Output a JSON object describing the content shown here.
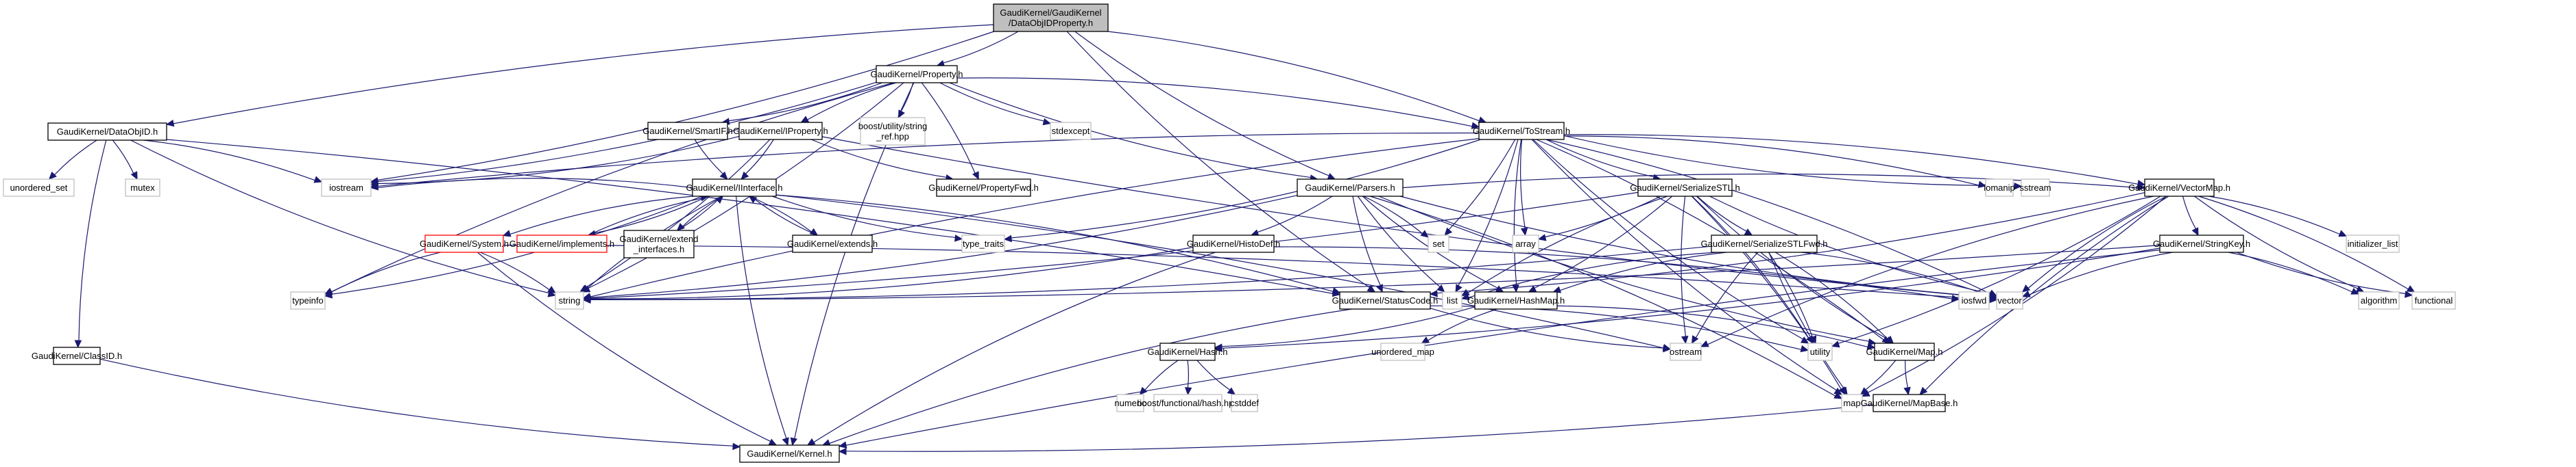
{
  "diagram": {
    "type": "include-dependency-graph",
    "root": "root",
    "colors": {
      "edge": "#191970",
      "root_fill": "#bfbfbf",
      "local_border": "#000000",
      "truncated_border": "#ff0000",
      "system_border": "#bfbfbf"
    },
    "nodes": [
      {
        "id": "root",
        "lines": [
          "GaudiKernel/GaudiKernel",
          "/DataObjIDProperty.h"
        ],
        "kind": "root"
      },
      {
        "id": "property",
        "lines": [
          "GaudiKernel/Property.h"
        ],
        "kind": "local"
      },
      {
        "id": "dataobjid",
        "lines": [
          "GaudiKernel/DataObjID.h"
        ],
        "kind": "local"
      },
      {
        "id": "smartif",
        "lines": [
          "GaudiKernel/SmartIF.h"
        ],
        "kind": "local"
      },
      {
        "id": "iproperty",
        "lines": [
          "GaudiKernel/IProperty.h"
        ],
        "kind": "local"
      },
      {
        "id": "boost_sref",
        "lines": [
          "boost/utility/string",
          "_ref.hpp"
        ],
        "kind": "system"
      },
      {
        "id": "stdexcept",
        "lines": [
          "stdexcept"
        ],
        "kind": "system"
      },
      {
        "id": "tostream",
        "lines": [
          "GaudiKernel/ToStream.h"
        ],
        "kind": "local"
      },
      {
        "id": "unordered_set",
        "lines": [
          "unordered_set"
        ],
        "kind": "system"
      },
      {
        "id": "mutex",
        "lines": [
          "mutex"
        ],
        "kind": "system"
      },
      {
        "id": "iostream",
        "lines": [
          "iostream"
        ],
        "kind": "system"
      },
      {
        "id": "propertyfwd",
        "lines": [
          "GaudiKernel/PropertyFwd.h"
        ],
        "kind": "local"
      },
      {
        "id": "parsers",
        "lines": [
          "GaudiKernel/Parsers.h"
        ],
        "kind": "local"
      },
      {
        "id": "iomanip",
        "lines": [
          "iomanip"
        ],
        "kind": "system"
      },
      {
        "id": "sstream",
        "lines": [
          "sstream"
        ],
        "kind": "system"
      },
      {
        "id": "vectormap",
        "lines": [
          "GaudiKernel/VectorMap.h"
        ],
        "kind": "local"
      },
      {
        "id": "iinterface",
        "lines": [
          "GaudiKernel/IInterface.h"
        ],
        "kind": "local"
      },
      {
        "id": "serializestl",
        "lines": [
          "GaudiKernel/SerializeSTL.h"
        ],
        "kind": "local"
      },
      {
        "id": "system",
        "lines": [
          "GaudiKernel/System.h"
        ],
        "kind": "red"
      },
      {
        "id": "implements",
        "lines": [
          "GaudiKernel/implements.h"
        ],
        "kind": "red"
      },
      {
        "id": "extend_if",
        "lines": [
          "GaudiKernel/extend",
          "_interfaces.h"
        ],
        "kind": "local"
      },
      {
        "id": "extends",
        "lines": [
          "GaudiKernel/extends.h"
        ],
        "kind": "local"
      },
      {
        "id": "type_traits",
        "lines": [
          "type_traits"
        ],
        "kind": "system"
      },
      {
        "id": "histodef",
        "lines": [
          "GaudiKernel/HistoDef.h"
        ],
        "kind": "local"
      },
      {
        "id": "set",
        "lines": [
          "set"
        ],
        "kind": "system"
      },
      {
        "id": "array",
        "lines": [
          "array"
        ],
        "kind": "system"
      },
      {
        "id": "serializestlfwd",
        "lines": [
          "GaudiKernel/SerializeSTLFwd.h"
        ],
        "kind": "local"
      },
      {
        "id": "stringkey",
        "lines": [
          "GaudiKernel/StringKey.h"
        ],
        "kind": "local"
      },
      {
        "id": "initializer_list",
        "lines": [
          "initializer_list"
        ],
        "kind": "system"
      },
      {
        "id": "typeinfo",
        "lines": [
          "typeinfo"
        ],
        "kind": "system"
      },
      {
        "id": "string",
        "lines": [
          "string"
        ],
        "kind": "system"
      },
      {
        "id": "statuscode",
        "lines": [
          "GaudiKernel/StatusCode.h"
        ],
        "kind": "local"
      },
      {
        "id": "list",
        "lines": [
          "list"
        ],
        "kind": "system"
      },
      {
        "id": "hashmap",
        "lines": [
          "GaudiKernel/HashMap.h"
        ],
        "kind": "local"
      },
      {
        "id": "iosfwd",
        "lines": [
          "iosfwd"
        ],
        "kind": "system"
      },
      {
        "id": "vector",
        "lines": [
          "vector"
        ],
        "kind": "system"
      },
      {
        "id": "algorithm",
        "lines": [
          "algorithm"
        ],
        "kind": "system"
      },
      {
        "id": "functional",
        "lines": [
          "functional"
        ],
        "kind": "system"
      },
      {
        "id": "classid",
        "lines": [
          "GaudiKernel/ClassID.h"
        ],
        "kind": "local"
      },
      {
        "id": "unordered_map",
        "lines": [
          "unordered_map"
        ],
        "kind": "system"
      },
      {
        "id": "ostream",
        "lines": [
          "ostream"
        ],
        "kind": "system"
      },
      {
        "id": "utility",
        "lines": [
          "utility"
        ],
        "kind": "system"
      },
      {
        "id": "map_h",
        "lines": [
          "GaudiKernel/Map.h"
        ],
        "kind": "local"
      },
      {
        "id": "hash",
        "lines": [
          "GaudiKernel/Hash.h"
        ],
        "kind": "local"
      },
      {
        "id": "map",
        "lines": [
          "map"
        ],
        "kind": "system"
      },
      {
        "id": "mapbase",
        "lines": [
          "GaudiKernel/MapBase.h"
        ],
        "kind": "local"
      },
      {
        "id": "numeric",
        "lines": [
          "numeric"
        ],
        "kind": "system"
      },
      {
        "id": "boost_hash",
        "lines": [
          "boost/functional/hash.hpp"
        ],
        "kind": "system"
      },
      {
        "id": "cstddef",
        "lines": [
          "cstddef"
        ],
        "kind": "system"
      },
      {
        "id": "kernel",
        "lines": [
          "GaudiKernel/Kernel.h"
        ],
        "kind": "local"
      }
    ],
    "edges": [
      [
        "root",
        "property"
      ],
      [
        "root",
        "dataobjid"
      ],
      [
        "root",
        "iostream"
      ],
      [
        "root",
        "parsers"
      ],
      [
        "root",
        "tostream"
      ],
      [
        "root",
        "statuscode"
      ],
      [
        "property",
        "smartif"
      ],
      [
        "property",
        "iproperty"
      ],
      [
        "property",
        "boost_sref"
      ],
      [
        "property",
        "stdexcept"
      ],
      [
        "property",
        "propertyfwd"
      ],
      [
        "property",
        "parsers"
      ],
      [
        "property",
        "tostream"
      ],
      [
        "property",
        "kernel"
      ],
      [
        "property",
        "string"
      ],
      [
        "property",
        "typeinfo"
      ],
      [
        "property",
        "iostream"
      ],
      [
        "dataobjid",
        "unordered_set"
      ],
      [
        "dataobjid",
        "mutex"
      ],
      [
        "dataobjid",
        "classid"
      ],
      [
        "dataobjid",
        "iostream"
      ],
      [
        "dataobjid",
        "string"
      ],
      [
        "dataobjid",
        "statuscode"
      ],
      [
        "smartif",
        "iinterface"
      ],
      [
        "iproperty",
        "iinterface"
      ],
      [
        "iproperty",
        "propertyfwd"
      ],
      [
        "iproperty",
        "string"
      ],
      [
        "iproperty",
        "vector"
      ],
      [
        "iproperty",
        "iostream"
      ],
      [
        "iinterface",
        "system"
      ],
      [
        "iinterface",
        "implements"
      ],
      [
        "iinterface",
        "extend_if"
      ],
      [
        "iinterface",
        "extends"
      ],
      [
        "iinterface",
        "type_traits"
      ],
      [
        "iinterface",
        "statuscode"
      ],
      [
        "iinterface",
        "kernel"
      ],
      [
        "iinterface",
        "typeinfo"
      ],
      [
        "iinterface",
        "string"
      ],
      [
        "iinterface",
        "ostream"
      ],
      [
        "iinterface",
        "iostream"
      ],
      [
        "implements",
        "iinterface"
      ],
      [
        "extend_if",
        "iinterface"
      ],
      [
        "extends",
        "iinterface"
      ],
      [
        "system",
        "typeinfo"
      ],
      [
        "system",
        "string"
      ],
      [
        "system",
        "kernel"
      ],
      [
        "system",
        "vector"
      ],
      [
        "tostream",
        "iostream"
      ],
      [
        "tostream",
        "iomanip"
      ],
      [
        "tostream",
        "sstream"
      ],
      [
        "tostream",
        "vectormap"
      ],
      [
        "tostream",
        "serializestl"
      ],
      [
        "tostream",
        "set"
      ],
      [
        "tostream",
        "array"
      ],
      [
        "tostream",
        "list"
      ],
      [
        "tostream",
        "hashmap"
      ],
      [
        "tostream",
        "map_h"
      ],
      [
        "tostream",
        "map"
      ],
      [
        "tostream",
        "vector"
      ],
      [
        "tostream",
        "string"
      ],
      [
        "tostream",
        "type_traits"
      ],
      [
        "tostream",
        "utility"
      ],
      [
        "parsers",
        "histodef"
      ],
      [
        "parsers",
        "statuscode"
      ],
      [
        "parsers",
        "set"
      ],
      [
        "parsers",
        "list"
      ],
      [
        "parsers",
        "map"
      ],
      [
        "parsers",
        "vector"
      ],
      [
        "parsers",
        "string"
      ],
      [
        "parsers",
        "map_h"
      ],
      [
        "parsers",
        "vectormap"
      ],
      [
        "parsers",
        "hashmap"
      ],
      [
        "histodef",
        "string"
      ],
      [
        "histodef",
        "kernel"
      ],
      [
        "histodef",
        "iosfwd"
      ],
      [
        "serializestl",
        "serializestlfwd"
      ],
      [
        "serializestl",
        "array"
      ],
      [
        "serializestl",
        "list"
      ],
      [
        "serializestl",
        "map"
      ],
      [
        "serializestl",
        "ostream"
      ],
      [
        "serializestl",
        "utility"
      ],
      [
        "serializestl",
        "vector"
      ],
      [
        "serializestl",
        "hashmap"
      ],
      [
        "serializestl",
        "map_h"
      ],
      [
        "serializestl",
        "string"
      ],
      [
        "serializestlfwd",
        "list"
      ],
      [
        "serializestlfwd",
        "vector"
      ],
      [
        "serializestlfwd",
        "map"
      ],
      [
        "serializestlfwd",
        "utility"
      ],
      [
        "serializestlfwd",
        "hashmap"
      ],
      [
        "serializestlfwd",
        "map_h"
      ],
      [
        "serializestlfwd",
        "ostream"
      ],
      [
        "serializestlfwd",
        "string"
      ],
      [
        "vectormap",
        "stringkey"
      ],
      [
        "vectormap",
        "initializer_list"
      ],
      [
        "vectormap",
        "algorithm"
      ],
      [
        "vectormap",
        "functional"
      ],
      [
        "vectormap",
        "vector"
      ],
      [
        "vectormap",
        "utility"
      ],
      [
        "vectormap",
        "ostream"
      ],
      [
        "vectormap",
        "statuscode"
      ],
      [
        "vectormap",
        "mapbase"
      ],
      [
        "vectormap",
        "map"
      ],
      [
        "stringkey",
        "vector"
      ],
      [
        "stringkey",
        "algorithm"
      ],
      [
        "stringkey",
        "functional"
      ],
      [
        "stringkey",
        "string"
      ],
      [
        "stringkey",
        "kernel"
      ],
      [
        "stringkey",
        "hash"
      ],
      [
        "statuscode",
        "ostream"
      ],
      [
        "statuscode",
        "utility"
      ],
      [
        "statuscode",
        "kernel"
      ],
      [
        "hashmap",
        "hash"
      ],
      [
        "hashmap",
        "unordered_map"
      ],
      [
        "hashmap",
        "map_h"
      ],
      [
        "hash",
        "numeric"
      ],
      [
        "hash",
        "boost_hash"
      ],
      [
        "hash",
        "cstddef"
      ],
      [
        "map_h",
        "map"
      ],
      [
        "map_h",
        "mapbase"
      ],
      [
        "mapbase",
        "kernel"
      ],
      [
        "classid",
        "kernel"
      ]
    ]
  }
}
